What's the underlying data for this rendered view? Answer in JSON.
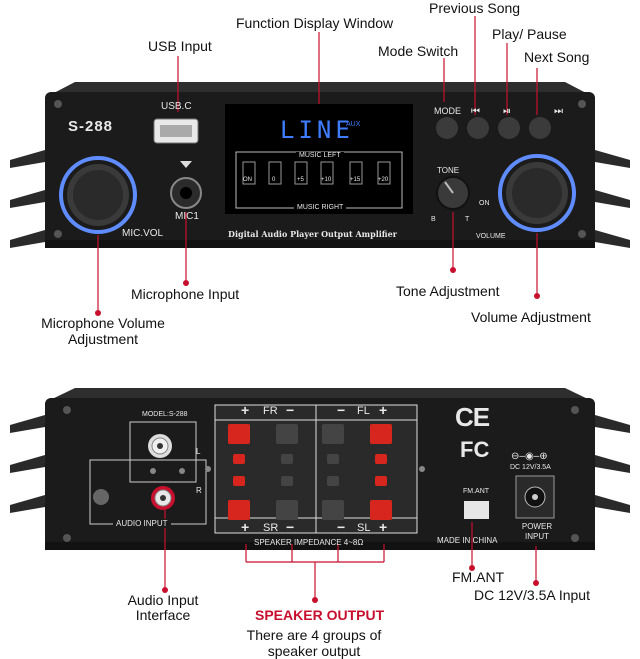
{
  "top_device": {
    "model": "S-288",
    "usb_port_label": "USB.C",
    "mic_label": "MIC1",
    "mic_vol_label": "MIC.VOL",
    "display_text": "LINE",
    "display_sub": "AUX",
    "music_left": "MUSIC LEFT",
    "music_right": "MUSIC RIGHT",
    "level_marks": [
      "ON",
      "0",
      "+5",
      "+10",
      "+15",
      "+20"
    ],
    "caption": "Digital Audio Player Output Amplifier",
    "mode_label": "MODE",
    "prev_icon": "⏮",
    "play_icon": "⏯",
    "next_icon": "⏭",
    "tone_label": "TONE",
    "tone_b": "B",
    "tone_t": "T",
    "on_label": "ON",
    "volume_label": "VOLUME"
  },
  "top_callouts": {
    "usb_input": "USB Input",
    "function_display": "Function Display Window",
    "previous_song": "Previous Song",
    "mode_switch": "Mode Switch",
    "play_pause": "Play/ Pause",
    "next_song": "Next Song",
    "microphone_input": "Microphone Input",
    "mic_volume": "Microphone Volume Adjustment",
    "tone_adjustment": "Tone Adjustment",
    "volume_adjustment": "Volume Adjustment"
  },
  "bottom_device": {
    "model": "MODEL:S-288",
    "rca_l": "L",
    "rca_r": "R",
    "audio_input": "AUDIO INPUT",
    "fr": "FR",
    "fl": "FL",
    "sr": "SR",
    "sl": "SL",
    "plus": "+",
    "minus": "−",
    "impedance": "SPEAKER IMPEDANCE 4~8Ω",
    "ce": "CE",
    "fc": "FC",
    "power_spec": "DC 12V/3.5A",
    "fm_ant": "FM.ANT",
    "made_in": "MADE IN CHINA",
    "power_input": "POWER INPUT"
  },
  "bottom_callouts": {
    "audio_input_interface": "Audio Input Interface",
    "speaker_output_title": "SPEAKER OUTPUT",
    "speaker_output_desc": "There are 4 groups of speaker output",
    "fm_ant": "FM.ANT",
    "dc_input": "DC 12V/3.5A Input"
  },
  "colors": {
    "accent": "#c8102e",
    "panel": "#1a1a1a",
    "display_blue": "#2a6cff",
    "knob_ring": "#4f7dff"
  }
}
